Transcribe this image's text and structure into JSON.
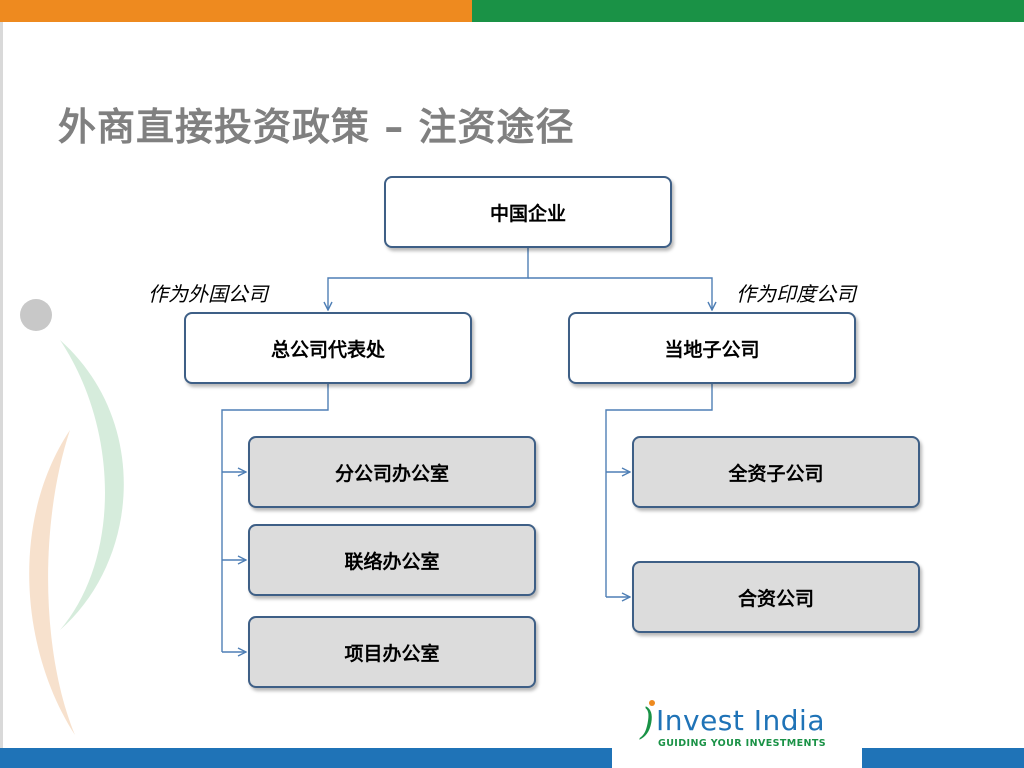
{
  "slide": {
    "title": "外商直接投资政策 – 注资途径"
  },
  "diagram": {
    "root": "中国企业",
    "edge_labels": {
      "left": "作为外国公司",
      "right": "作为印度公司"
    },
    "left_branch": {
      "label": "总公司代表处",
      "children": [
        "分公司办公室",
        "联络办公室",
        "项目办公室"
      ]
    },
    "right_branch": {
      "label": "当地子公司",
      "children": [
        "全资子公司",
        "合资公司"
      ]
    }
  },
  "logo": {
    "brand": "Invest India",
    "tagline": "GUIDING YOUR INVESTMENTS"
  },
  "colors": {
    "orange": "#ee8a1f",
    "green": "#1a9246",
    "blue": "#1f73b7",
    "box_border": "#3e5f86",
    "connector": "#4f7fb5",
    "grey_box": "#dcdcdc"
  }
}
